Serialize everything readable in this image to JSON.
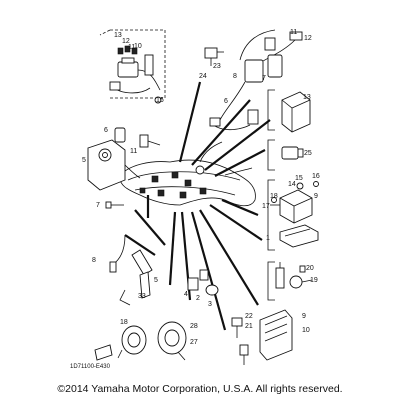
{
  "diagram": {
    "callouts": [
      "13",
      "12",
      "11",
      "10",
      "23",
      "24",
      "16",
      "6",
      "11",
      "12",
      "8",
      "7",
      "13",
      "6",
      "11",
      "5",
      "25",
      "7",
      "18",
      "14",
      "15",
      "16",
      "17",
      "9",
      "1",
      "8",
      "5",
      "4",
      "2",
      "3",
      "20",
      "19",
      "33",
      "22",
      "21",
      "18",
      "28",
      "27",
      "9",
      "10"
    ],
    "reference_code": "1D71100-E430",
    "copyright": "©2014 Yamaha Motor Corporation, U.S.A. All rights reserved."
  }
}
